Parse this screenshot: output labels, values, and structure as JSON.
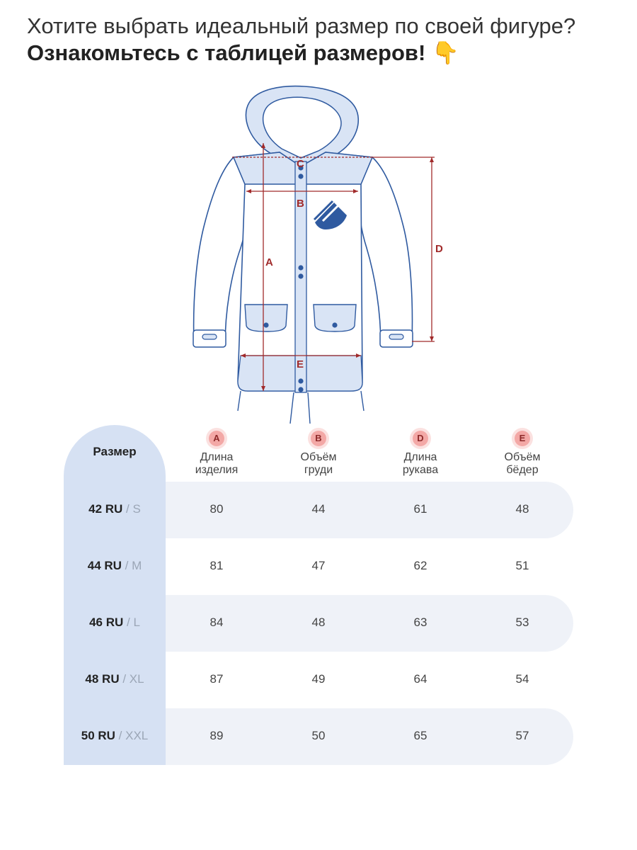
{
  "heading": {
    "line1": "Хотите выбрать идеальный размер по своей фигуре?",
    "line2": "Ознакомьтесь с таблицей размеров!",
    "emoji": "👇"
  },
  "diagram": {
    "labels": {
      "A": "A",
      "B": "B",
      "C": "C",
      "D": "D",
      "E": "E"
    },
    "colors": {
      "outline": "#2f5aa0",
      "fill": "#d9e4f5",
      "measure": "#a12b2b",
      "logo": "#2f5aa0"
    },
    "icons": [
      "jacket-illustration",
      "brand-logo-icon"
    ]
  },
  "table": {
    "size_header": "Размер",
    "columns": [
      {
        "letter": "A",
        "title1": "Длина",
        "title2": "изделия"
      },
      {
        "letter": "B",
        "title1": "Объём",
        "title2": "груди"
      },
      {
        "letter": "D",
        "title1": "Длина",
        "title2": "рукава"
      },
      {
        "letter": "E",
        "title1": "Объём",
        "title2": "бёдер"
      }
    ],
    "rows": [
      {
        "ru": "42 RU",
        "sep": " / ",
        "intl": "S",
        "values": [
          "80",
          "44",
          "61",
          "48"
        ]
      },
      {
        "ru": "44 RU",
        "sep": " / ",
        "intl": "M",
        "values": [
          "81",
          "47",
          "62",
          "51"
        ]
      },
      {
        "ru": "46 RU",
        "sep": " / ",
        "intl": "L",
        "values": [
          "84",
          "48",
          "63",
          "53"
        ]
      },
      {
        "ru": "48 RU",
        "sep": " / ",
        "intl": "XL",
        "values": [
          "87",
          "49",
          "64",
          "54"
        ]
      },
      {
        "ru": "50 RU",
        "sep": " / ",
        "intl": "XXL",
        "values": [
          "89",
          "50",
          "65",
          "57"
        ]
      }
    ],
    "colors": {
      "size_column": "#d6e1f3",
      "stripe": "#eff2f8",
      "badge": "#f3a8a6",
      "badge_glow": "#fbe1e0",
      "size_intl": "#9ba6b6"
    }
  }
}
